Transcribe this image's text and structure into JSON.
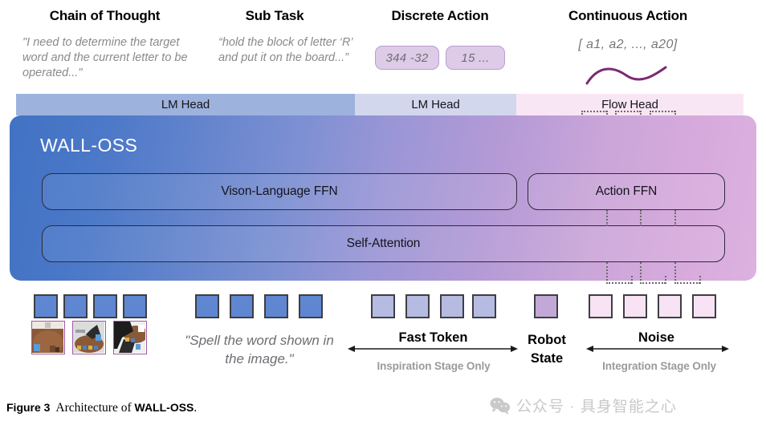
{
  "figure": {
    "number": "Figure 3",
    "text": "Architecture of ",
    "model": "WALL-OSS",
    "period": "."
  },
  "columns": [
    {
      "title": "Chain of Thought",
      "quote": "\"I need to determine the target word and the current letter to be operated...\""
    },
    {
      "title": "Sub Task",
      "quote": "“hold the block of letter ‘R’ and put it on the board...”"
    },
    {
      "title": "Discrete Action",
      "chips": [
        "344 -32",
        "15  ..."
      ]
    },
    {
      "title": "Continuous Action",
      "vector": "[ a1, a2, ..., a20]"
    }
  ],
  "head_band": [
    {
      "label": "LM Head",
      "color": "#9db2dd"
    },
    {
      "label": "LM Head",
      "color": "#d2d7ed"
    },
    {
      "label": "Flow Head",
      "color": "#f9e6f4"
    }
  ],
  "model": {
    "name": "WALL-OSS",
    "blocks": [
      {
        "label": "Vison-Language FFN"
      },
      {
        "label": "Action FFN"
      },
      {
        "label": "Self-Attention"
      }
    ]
  },
  "inputs": {
    "vision_prompt": "\"Spell the word shown in the image.\"",
    "groups": [
      {
        "name": "vision-tokens",
        "count": 4,
        "color": "#5f86d0"
      },
      {
        "name": "text-tokens",
        "count": 4,
        "color": "#5f86d0"
      },
      {
        "name": "fast-tokens",
        "count": 4,
        "color": "#b6bbe2"
      },
      {
        "name": "robot-state-token",
        "count": 1,
        "color": "#c2a8d6"
      },
      {
        "name": "noise-tokens",
        "count": 4,
        "color": "#f7e3f3"
      }
    ]
  },
  "bottom_labels": {
    "fast_token": "Fast Token",
    "fast_token_stage": "Inspiration Stage Only",
    "robot_state": "Robot\nState",
    "robot_state_line1": "Robot",
    "robot_state_line2": "State",
    "noise": "Noise",
    "noise_stage": "Integration Stage Only"
  },
  "watermark": {
    "text": "公众号 · 具身智能之心"
  },
  "colors": {
    "gradient_start": "#4272c4",
    "gradient_end": "#dcb2e0",
    "chip_fill": "#ddcbe8",
    "chip_border": "#b99ed0",
    "wave": "#7b2a72"
  }
}
